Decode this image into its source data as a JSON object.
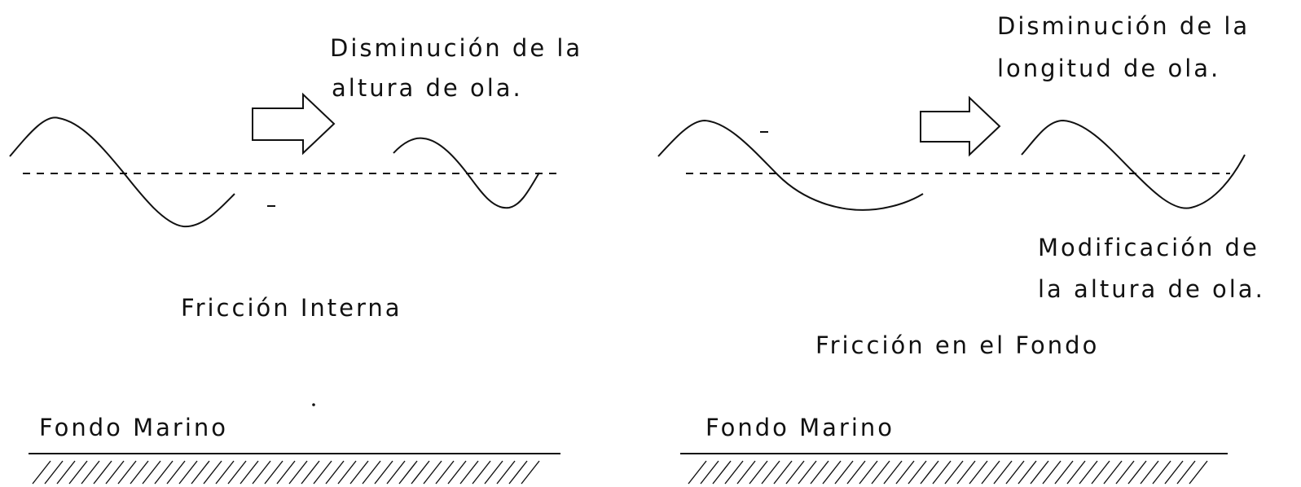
{
  "left_panel": {
    "title": "Fricción Interna",
    "annotation_line1": "Disminución de la",
    "annotation_line2": "altura de ola.",
    "seabed_label": "Fondo Marino"
  },
  "right_panel": {
    "title": "Fricción en el Fondo",
    "annotation_top_line1": "Disminución de la",
    "annotation_top_line2": "longitud de ola.",
    "annotation_bottom_line1": "Modificación de",
    "annotation_bottom_line2": "la altura de ola.",
    "seabed_label": "Fondo Marino"
  },
  "colors": {
    "ink": "#111111",
    "background": "#ffffff"
  }
}
